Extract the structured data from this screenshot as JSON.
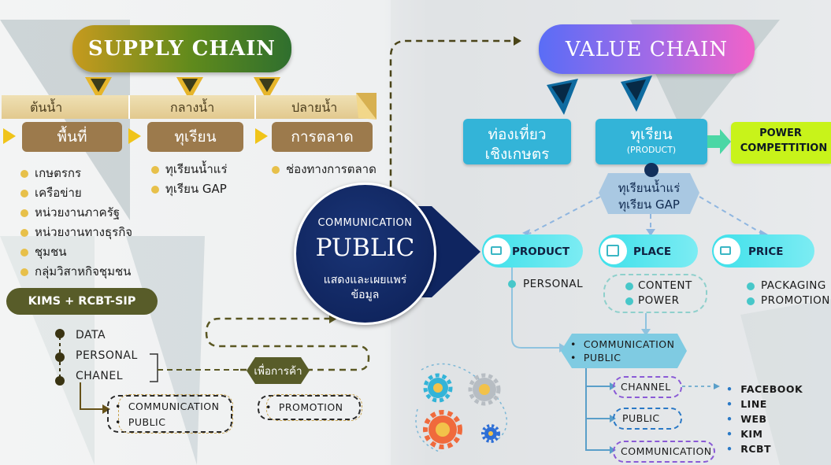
{
  "supply": {
    "title": "SUPPLY CHAIN",
    "stages": [
      "ต้นน้ำ",
      "กลางน้ำ",
      "ปลายน้ำ"
    ],
    "categories": [
      "พื้นที่",
      "ทุเรียน",
      "การตลาด"
    ],
    "list_left": [
      "เกษตรกร",
      "เครือข่าย",
      "หน่วยงานภาครัฐ",
      "หน่วยงานทางธุรกิจ",
      "ชุมชน",
      "กลุ่มวิสาหกิจชุมชน"
    ],
    "list_mid": [
      "ทุเรียนน้ำแร่",
      "ทุเรียน GAP"
    ],
    "list_right": [
      "ช่องทางการตลาด"
    ],
    "kims": "KIMS + RCBT-SIP",
    "data_items": [
      "DATA",
      "PERSONAL",
      "CHANEL"
    ],
    "comm_box": [
      "COMMUNICATION",
      "PUBLIC"
    ],
    "trade": "เพื่อการค้า",
    "promo_box": "PROMOTION"
  },
  "center": {
    "top": "COMMUNICATION",
    "main": "PUBLIC",
    "sub1": "แสดงและเผยแพร่",
    "sub2": "ข้อมูล"
  },
  "value": {
    "title": "VALUE CHAIN",
    "box_tour_1": "ท่องเที่ยว",
    "box_tour_2": "เชิงเกษตร",
    "box_durian": "ทุเรียน",
    "box_durian_sub": "(PRODUCT)",
    "power_1": "POWER",
    "power_2": "COMPETTITION",
    "hex_1": "ทุเรียนน้ำแร่",
    "hex_2": "ทุเรียน GAP",
    "p_product": "PRODUCT",
    "p_place": "PLACE",
    "p_price": "PRICE",
    "product_items": [
      "PERSONAL"
    ],
    "place_items": [
      "CONTENT",
      "POWER"
    ],
    "price_items": [
      "PACKAGING",
      "PROMOTION"
    ],
    "comm_items": [
      "COMMUNICATION",
      "PUBLIC"
    ],
    "branches": [
      "CHANNEL",
      "PUBLIC",
      "COMMUNICATION"
    ],
    "channels": [
      "FACEBOOK",
      "LINE",
      "WEB",
      "KIM",
      "RCBT"
    ]
  },
  "colors": {
    "supply_grad_start": "#c69a1e",
    "supply_grad_end": "#2f6f2e",
    "stage_band": "#e4cf9a",
    "category_bg": "#9c7a4c",
    "gold_dot": "#e7c04a",
    "olive": "#585c29",
    "navy": "#10225c",
    "value_grad_start": "#5c6cf6",
    "value_grad_end": "#f064cc",
    "cyan_box": "#33b4d8",
    "lime": "#c8f31a",
    "aqua": "#56dbe8",
    "teal_dot": "#47c7c9",
    "purple": "#8a5ad6"
  }
}
